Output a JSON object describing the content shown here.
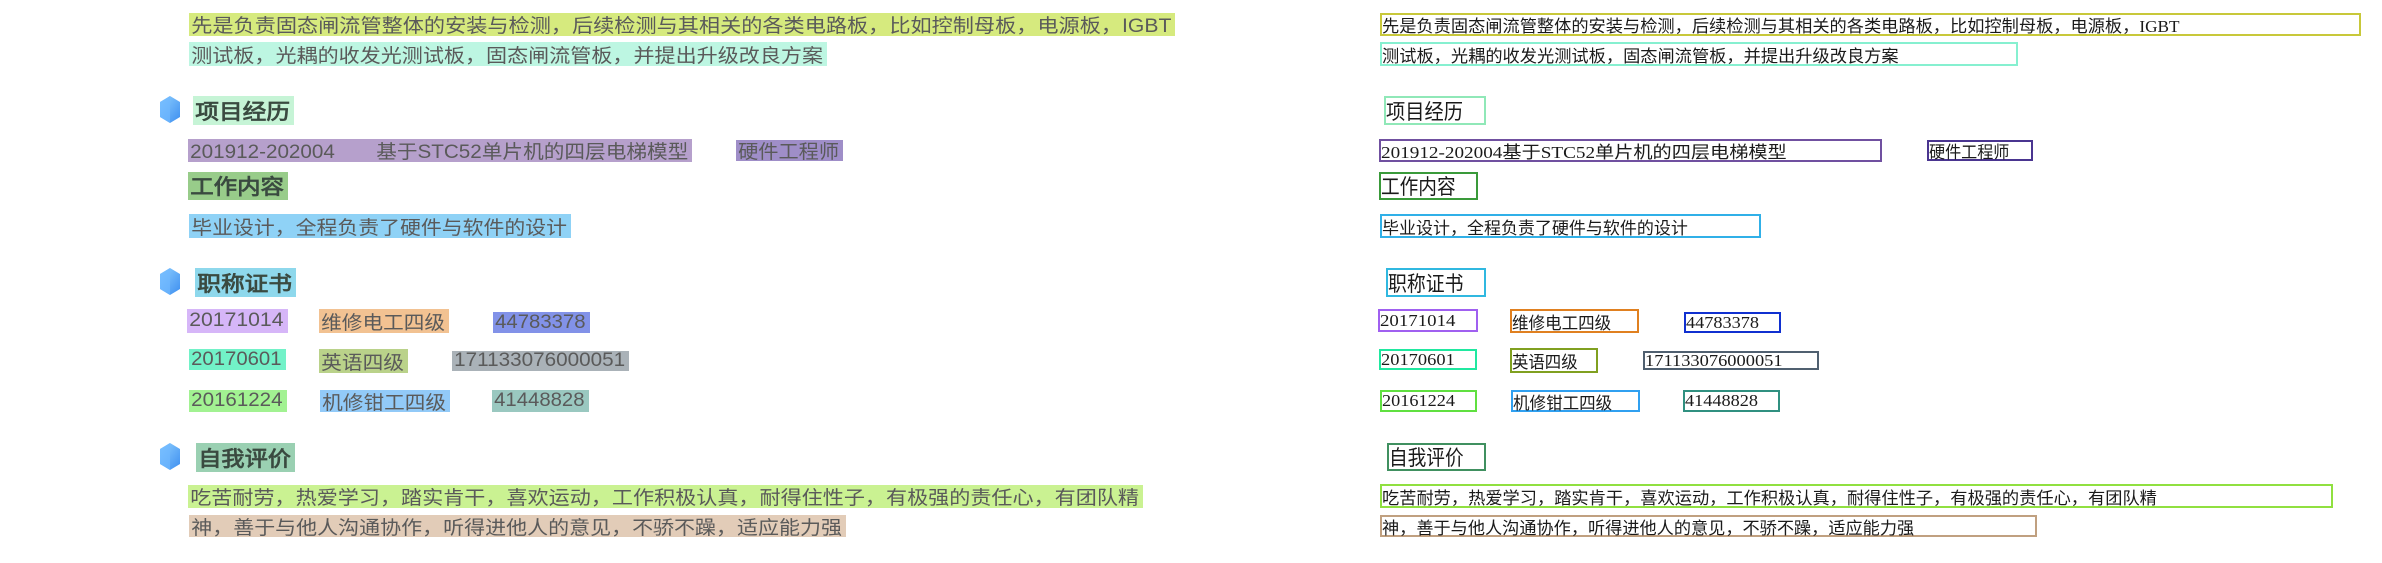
{
  "blocks": [
    {
      "id": "intro-line-1",
      "text": "先是负责固态闸流管整体的安装与检测，后续检测与其相关的各类电路板，比如控制母板，电源板，IGBT",
      "fill": "#d6ea7e",
      "border": "#c8c83a"
    },
    {
      "id": "intro-line-2",
      "text": "测试板，光耦的收发光测试板，固态闸流管板，并提出升级改良方案",
      "fill": "#bdf6e2",
      "border": "#86f0d0"
    },
    {
      "id": "heading-project-experience",
      "text": "项目经历",
      "fill": "#c6f4d6",
      "border": "#90e8b8",
      "heading": true
    },
    {
      "id": "project-period-title",
      "text": "201912-202004",
      "text2": "基于STC52单片机的四层电梯模型",
      "fill": "#b6a0cc",
      "border": "#7050a0"
    },
    {
      "id": "project-role",
      "text": "硬件工程师",
      "fill": "#9f8ec8",
      "border": "#4a3590"
    },
    {
      "id": "heading-work-content",
      "text": "工作内容",
      "fill": "#98cc8a",
      "border": "#3a9a3a",
      "heading": true
    },
    {
      "id": "work-content-text",
      "text": "毕业设计，全程负责了硬件与软件的设计",
      "fill": "#8fd2f6",
      "border": "#30b0e8"
    },
    {
      "id": "heading-certificates",
      "text": "职称证书",
      "fill": "#8ed8ec",
      "border": "#30b8e0",
      "heading": true
    },
    {
      "id": "cert-1-date",
      "text": "20171014",
      "fill": "#d6b6f8",
      "border": "#a060f0"
    },
    {
      "id": "cert-1-name",
      "text": "维修电工四级",
      "fill": "#f2c292",
      "border": "#e08020"
    },
    {
      "id": "cert-1-number",
      "text": "44783378",
      "fill": "#8292e8",
      "border": "#1030d0"
    },
    {
      "id": "cert-2-date",
      "text": "20170601",
      "fill": "#72f2c8",
      "border": "#20e8a0"
    },
    {
      "id": "cert-2-name",
      "text": "英语四级",
      "fill": "#bad28a",
      "border": "#80a020"
    },
    {
      "id": "cert-2-number",
      "text": "171133076000051",
      "fill": "#aab2b8",
      "border": "#506070"
    },
    {
      "id": "cert-3-date",
      "text": "20161224",
      "fill": "#a2f292",
      "border": "#60e040"
    },
    {
      "id": "cert-3-name",
      "text": "机修钳工四级",
      "fill": "#92caf8",
      "border": "#30a0f0"
    },
    {
      "id": "cert-3-number",
      "text": "41448828",
      "fill": "#9ac8c0",
      "border": "#309080"
    },
    {
      "id": "heading-self-evaluation",
      "text": "自我评价",
      "fill": "#9ad0b2",
      "border": "#409060",
      "heading": true
    },
    {
      "id": "self-eval-line-1",
      "text": "吃苦耐劳，热爱学习，踏实肯干，喜欢运动，工作积极认真，耐得住性子，有极强的责任心，有团队精",
      "fill": "#caf292",
      "border": "#90e040"
    },
    {
      "id": "self-eval-line-2",
      "text": "神，善于与他人沟通协作，听得进他人的意见，不骄不躁，适应能力强",
      "fill": "#e2ccb8",
      "border": "#c0a080"
    }
  ],
  "icons": {
    "section": "section-gem-icon",
    "accent": "#3d8ef0"
  }
}
